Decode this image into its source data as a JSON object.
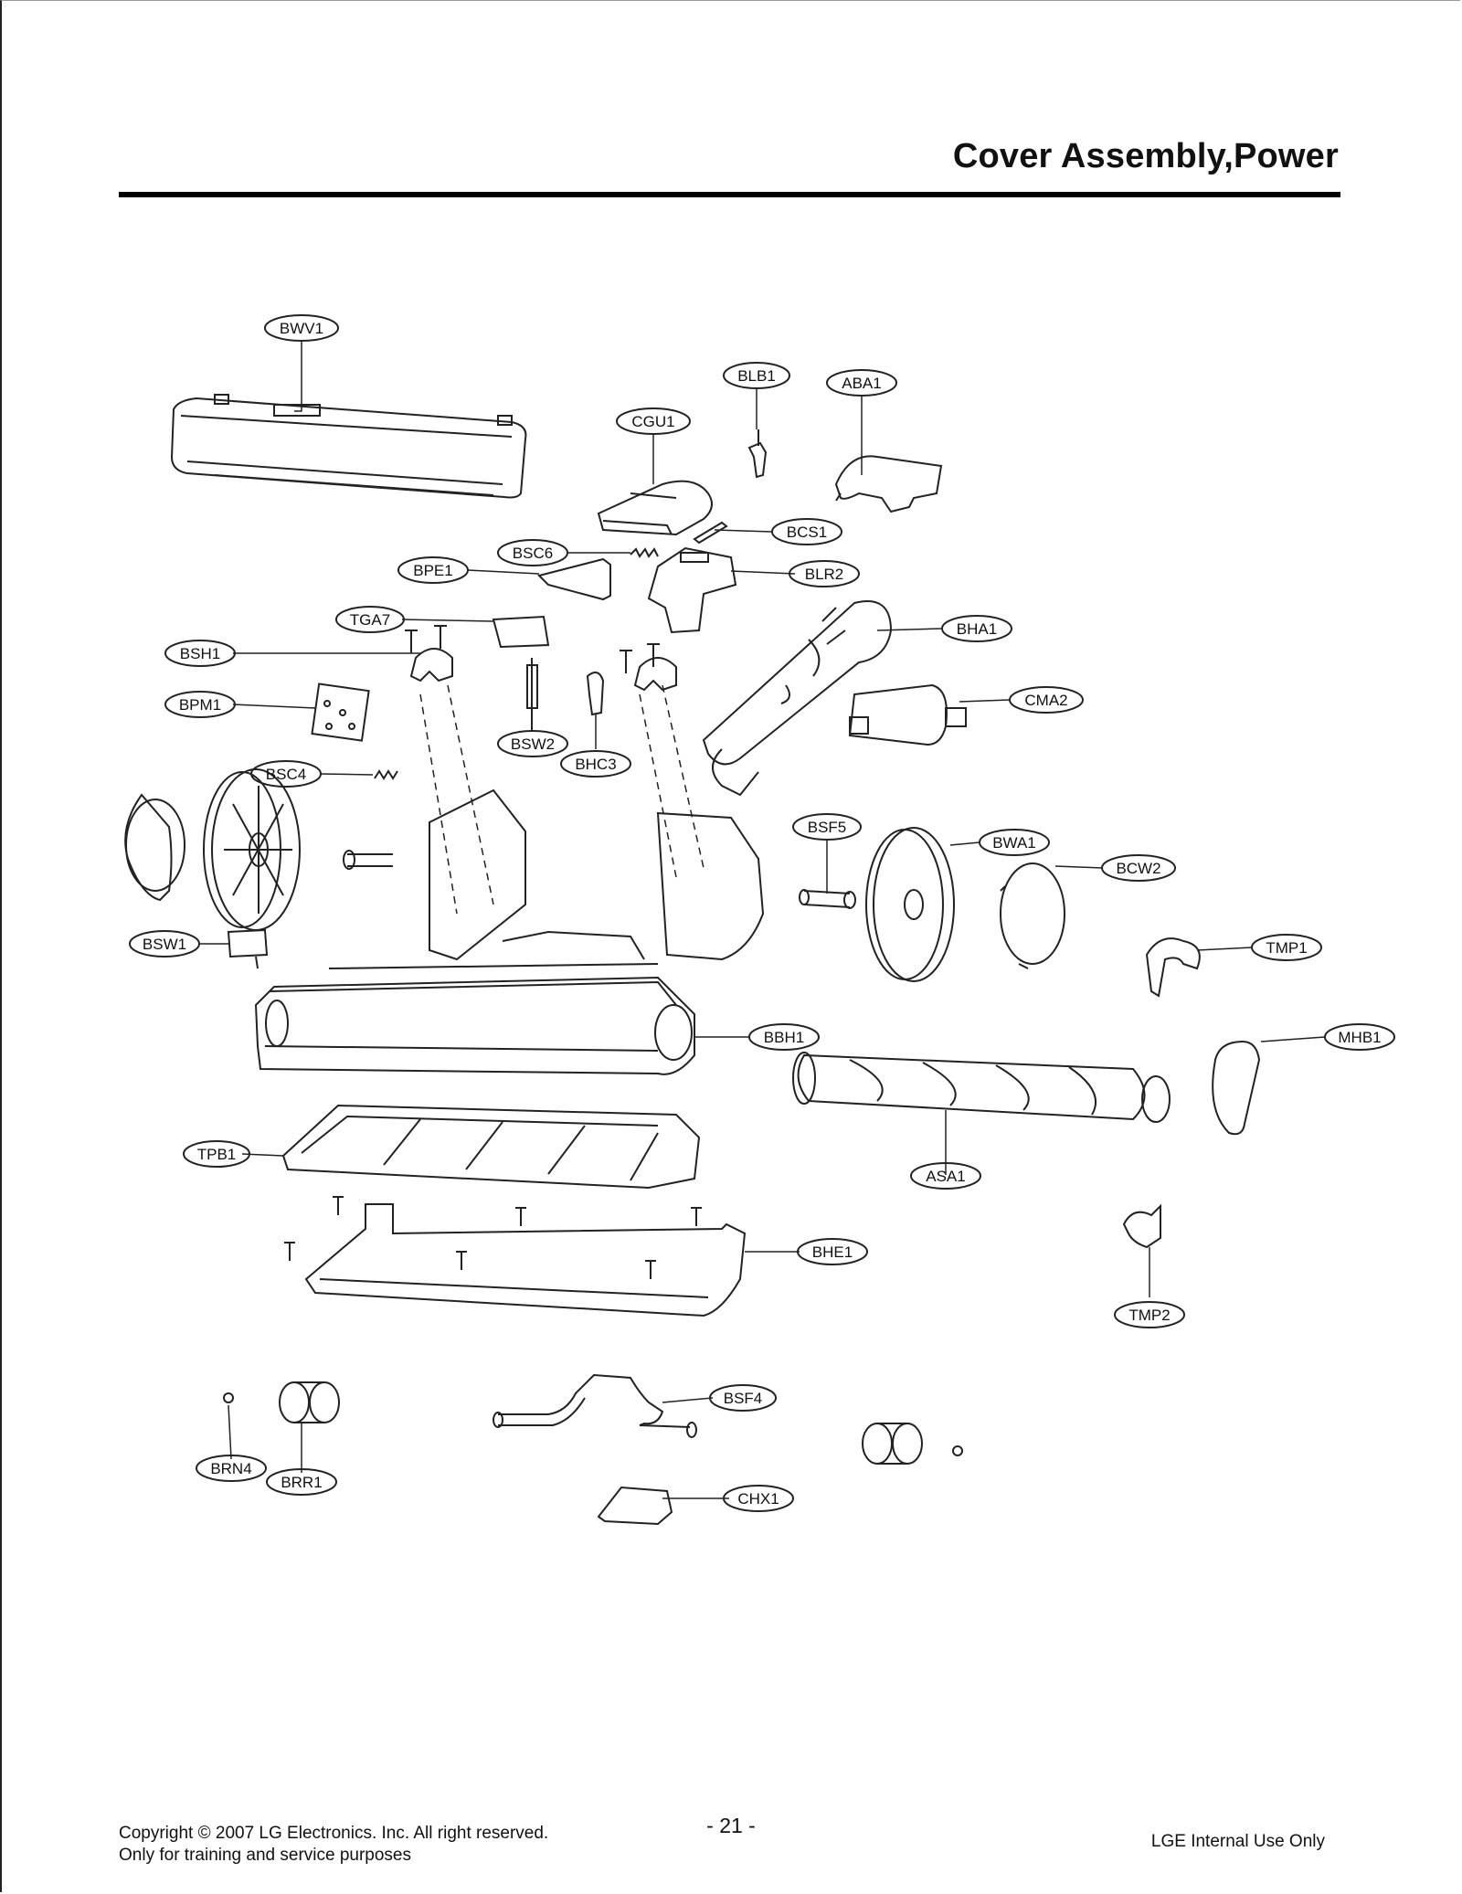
{
  "header": {
    "title": "Cover Assembly,Power"
  },
  "parts": [
    {
      "code": "BWV1"
    },
    {
      "code": "BLB1"
    },
    {
      "code": "ABA1"
    },
    {
      "code": "CGU1"
    },
    {
      "code": "BCS1"
    },
    {
      "code": "BSC6"
    },
    {
      "code": "BPE1"
    },
    {
      "code": "BLR2"
    },
    {
      "code": "TGA7"
    },
    {
      "code": "BHA1"
    },
    {
      "code": "BSH1"
    },
    {
      "code": "BPM1"
    },
    {
      "code": "CMA2"
    },
    {
      "code": "BSW2"
    },
    {
      "code": "BHC3"
    },
    {
      "code": "BSC4"
    },
    {
      "code": "BSF5"
    },
    {
      "code": "BWA1"
    },
    {
      "code": "BCW2"
    },
    {
      "code": "BSW1"
    },
    {
      "code": "TMP1"
    },
    {
      "code": "BBH1"
    },
    {
      "code": "MHB1"
    },
    {
      "code": "TPB1"
    },
    {
      "code": "ASA1"
    },
    {
      "code": "BHE1"
    },
    {
      "code": "TMP2"
    },
    {
      "code": "BSF4"
    },
    {
      "code": "BRN4"
    },
    {
      "code": "BRR1"
    },
    {
      "code": "CHX1"
    }
  ],
  "footer": {
    "copyright": "Copyright © 2007 LG Electronics. Inc. All right reserved.",
    "purpose": "Only for training and service purposes",
    "page_number": "- 21 -",
    "internal": "LGE Internal Use Only"
  }
}
